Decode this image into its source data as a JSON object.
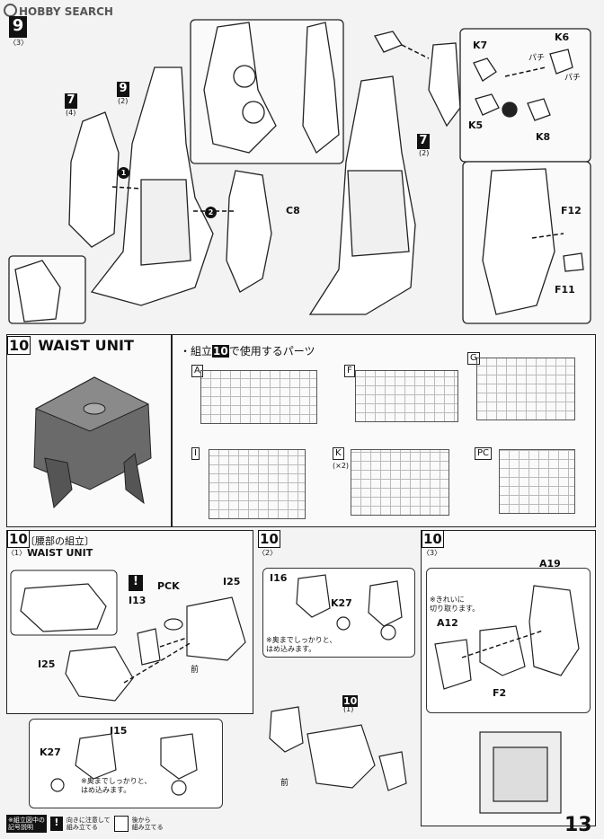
{
  "watermark": {
    "site": "HOBBY SEARCH"
  },
  "step9": {
    "number": "9",
    "sub": "〈3〉",
    "labels": {
      "p7": "7",
      "p7_sub": "(4)",
      "p9": "9",
      "p9_sub": "(2)",
      "p7b": "7",
      "p7b_sub": "(2)",
      "c8": "C8",
      "k6": "K6",
      "k7": "K7",
      "k5": "K5",
      "k8": "K8",
      "f12": "F12",
      "f11": "F11",
      "n1": "1",
      "n2": "2",
      "pachi1": "パチ",
      "pachi2": "パチ"
    }
  },
  "step10_header": {
    "number": "10",
    "title": "WAIST UNIT",
    "parts_heading_prefix": "・組立",
    "parts_heading_num": "10",
    "parts_heading_suffix": "で使用するパーツ",
    "runners": [
      {
        "tag": "A",
        "qty": ""
      },
      {
        "tag": "F",
        "qty": ""
      },
      {
        "tag": "G",
        "qty": ""
      },
      {
        "tag": "I",
        "qty": ""
      },
      {
        "tag": "K",
        "qty": "(×2)"
      },
      {
        "tag": "PC",
        "qty": ""
      }
    ]
  },
  "step10_1": {
    "number": "10",
    "sub": "〈1〉",
    "title_jp": "〔腰部の組立〕",
    "title_en": "WAIST UNIT",
    "labels": {
      "i13": "I13",
      "pck": "PCK",
      "i25a": "I25",
      "i25b": "I25",
      "i15": "I15",
      "k27": "K27",
      "front": "前",
      "warn": "!"
    },
    "note": "※奥までしっかりと、\nはめ込みます。"
  },
  "step10_2": {
    "number": "10",
    "sub": "〈2〉",
    "labels": {
      "i16": "I16",
      "k27": "K27",
      "ref": "10",
      "ref_sub": "(1)",
      "front": "前"
    },
    "note": "※奥までしっかりと、\nはめ込みます。"
  },
  "step10_3": {
    "number": "10",
    "sub": "〈3〉",
    "labels": {
      "a19": "A19",
      "a12": "A12",
      "f2": "F2"
    },
    "note": "※きれいに\n切り取ります。"
  },
  "legend": {
    "title": "※組立図中の\n記号説明",
    "item1_icon": "!",
    "item1_text": "向きに注意して\n組み立てる",
    "item2_text": "後から\n組み立てる"
  },
  "page_number": "13"
}
